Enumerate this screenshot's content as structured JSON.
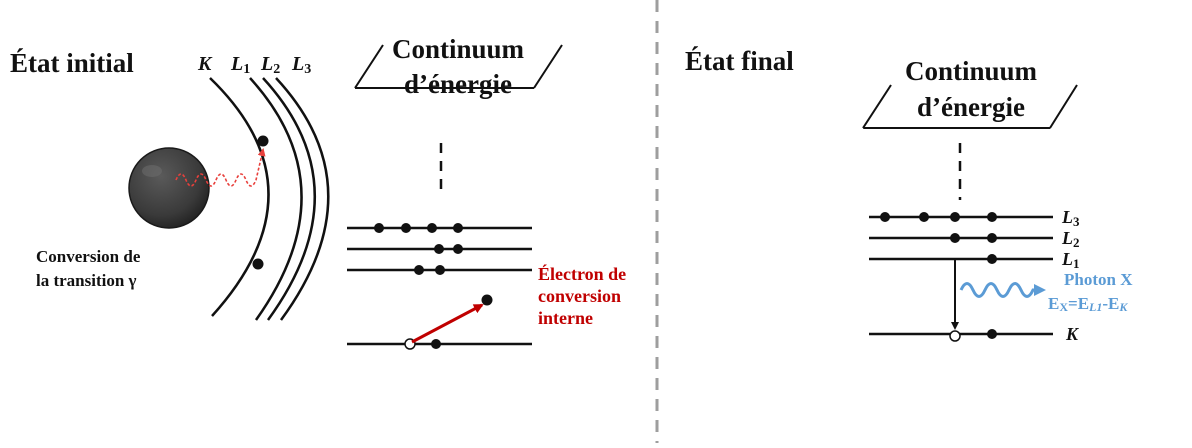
{
  "colors": {
    "line": "#111111",
    "divider": "#9e9e9e",
    "gamma_wave": "#e8403c",
    "conversion_electron": "#c00000",
    "photon": "#5b9bd5",
    "nucleus": "#3c3c3c"
  },
  "initial_state": {
    "title": "État initial",
    "shell_labels": {
      "K": "K",
      "L1_letter": "L",
      "L1_sub": "1",
      "L2_letter": "L",
      "L2_sub": "2",
      "L3_letter": "L",
      "L3_sub": "3"
    },
    "nucleus_caption_line1": "Conversion de",
    "nucleus_caption_line2": "la transition γ",
    "continuum_line1": "Continuum",
    "continuum_line2": "d’énergie",
    "electron_label_line1": "Électron de",
    "electron_label_line2": "conversion",
    "electron_label_line3": "interne"
  },
  "final_state": {
    "title": "État final",
    "continuum_line1": "Continuum",
    "continuum_line2": "d’énergie",
    "levels": {
      "L3_letter": "L",
      "L3_sub": "3",
      "L2_letter": "L",
      "L2_sub": "2",
      "L1_letter": "L",
      "L1_sub": "1",
      "K": "K"
    },
    "photon_title": "Photon X",
    "photon_formula": {
      "e1": "E",
      "s1": "X",
      "eq": "=E",
      "s2": "L1",
      "minus": "-E",
      "s3": "K"
    }
  }
}
